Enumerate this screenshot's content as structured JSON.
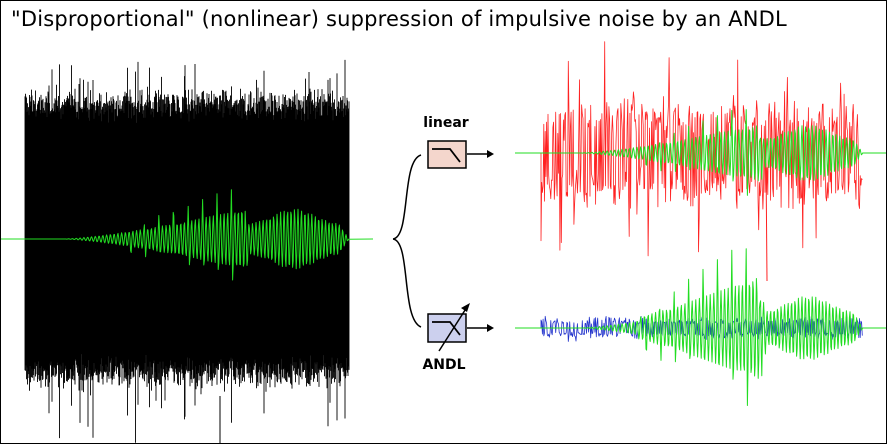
{
  "title": "\"Disproportional\" (nonlinear) suppression of impulsive noise by an ANDL",
  "labels": {
    "linear": "linear",
    "andl": "ANDL"
  },
  "colors": {
    "noise": "#000000",
    "signal": "#22dd22",
    "linear_output": "#ff2222",
    "andl_residual": "#2233cc",
    "linear_box": "#f4d6cc",
    "andl_box": "#ccd0ee"
  },
  "icons": {
    "linear_filter": "lowpass-filter-icon",
    "andl_filter": "adaptive-nonlinear-filter-icon"
  }
}
